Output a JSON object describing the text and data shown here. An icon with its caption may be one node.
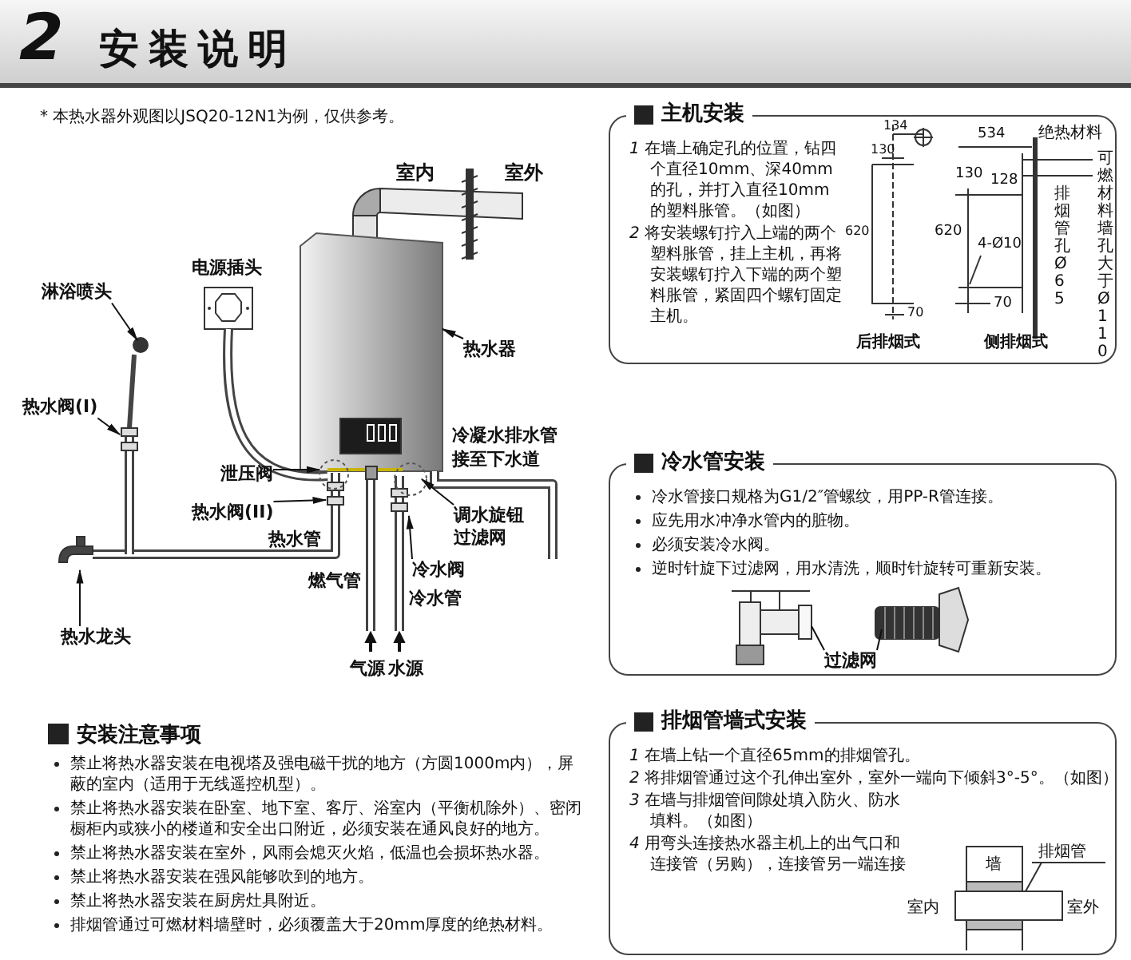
{
  "diagram": {
    "title": "安装说明",
    "nodes": [
      {
        "text": [
          "淋浴喷头"
        ]
      },
      {
        "text": [
          "热水阀(I)"
        ]
      },
      {
        "text": [
          "热水器"
        ]
      },
      {
        "text": [
          "泄压阀"
        ]
      },
      {
        "text": [
          "热水阀(II)"
        ]
      },
      {
        "text": [
          "热水龙头"
        ]
      },
      {
        "text": [
          "调水旋钮",
          "过滤网"
        ]
      },
      {
        "text": [
          "冷水阀"
        ]
      },
      {
        "text": [
          "主机安装",
          "*1* 在墙上确定孔的位置，钻四个直径10mm、深40mm的孔，并打入直径10mm的塑料胀管。（如图）",
          "*2* 将安装螺钉拧入上端的两个塑料胀管，挂上主机，再将安装螺钉拧入下端的两个塑料胀管，紧固四个螺钉固定主机。"
        ]
      },
      {
        "text": [
          "冷水管安装",
          "冷水管接口规格为G1/2″管螺纹，用PP-R管连接。",
          "应先用水冲净水管内的脏物。",
          "必须安装冷水阀。",
          "逆时针旋下过滤网，用水清洗，顺时针旋转可重新安装。"
        ]
      },
      {
        "text": [
          "过滤网"
        ],
        "in": 9
      },
      {
        "text": [
          "排烟管墙式安装",
          "*1* 在墙上钻一个直径65mm的排烟管孔。",
          "*2* 将排烟管通过这个孔伸出室外，室外一端向下倾斜3°-5°。（如图）",
          "*3* 在墙与排烟管间隙处填入防火、防水填料。（如图）",
          "*4* 用弯头连接热水器主机上的出气口和连接管（另购），连接管另一端连接"
        ]
      }
    ],
    "edges": [
      {
        "from": 0,
        "to": null,
        "arrow": "to"
      },
      {
        "from": 1,
        "to": null,
        "arrow": "to"
      },
      {
        "from": 2,
        "to": null,
        "arrow": "to"
      },
      {
        "from": 3,
        "to": null,
        "arrow": "to"
      },
      {
        "from": 4,
        "to": null,
        "arrow": "to"
      },
      {
        "from": 5,
        "to": null,
        "arrow": "to"
      },
      {
        "from": 6,
        "to": null,
        "arrow": "to"
      },
      {
        "from": 7,
        "to": null,
        "arrow": "to"
      },
      {
        "from": 10,
        "to": null,
        "arrow": "none"
      },
      {
        "from": 10,
        "to": null,
        "arrow": "none"
      }
    ],
    "labels": [
      "2",
      "* 本热水器外观图以JSQ20-12N1为例，仅供参考。",
      "室内",
      "室外",
      "电源插头",
      "冷凝水排水管接至下水道",
      "热水管",
      "燃气管",
      "冷水管",
      "气源",
      "水源",
      "安装注意事项",
      "禁止将热水器安装在电视塔及强电磁干扰的地方（方圆1000m内），屏蔽的室内（适用于无线遥控机型）。",
      "禁止将热水器安装在卧室、地下室、客厅、浴室内（平衡机除外）、密闭橱柜内或狭小的楼道和安全出口附近，必须安装在通风良好的地方。",
      "禁止将热水器安装在室外，风雨会熄灭火焰，低温也会损坏热水器。",
      "禁止将热水器安装在强风能够吹到的地方。",
      "禁止将热水器安装在厨房灶具附近。",
      "排烟管通过可燃材料墙壁时，必须覆盖大于20mm厚度的绝热材料。",
      "134",
      "130",
      "620",
      "70",
      "后排烟式",
      "534",
      "绝热材料",
      "130",
      "128",
      "620",
      "4-Ø10",
      "70",
      "侧排烟式",
      "排烟管孔Ø65",
      "可燃材料墙孔大于Ø110",
      "墙",
      "排烟管",
      "室内",
      "室外"
    ]
  }
}
